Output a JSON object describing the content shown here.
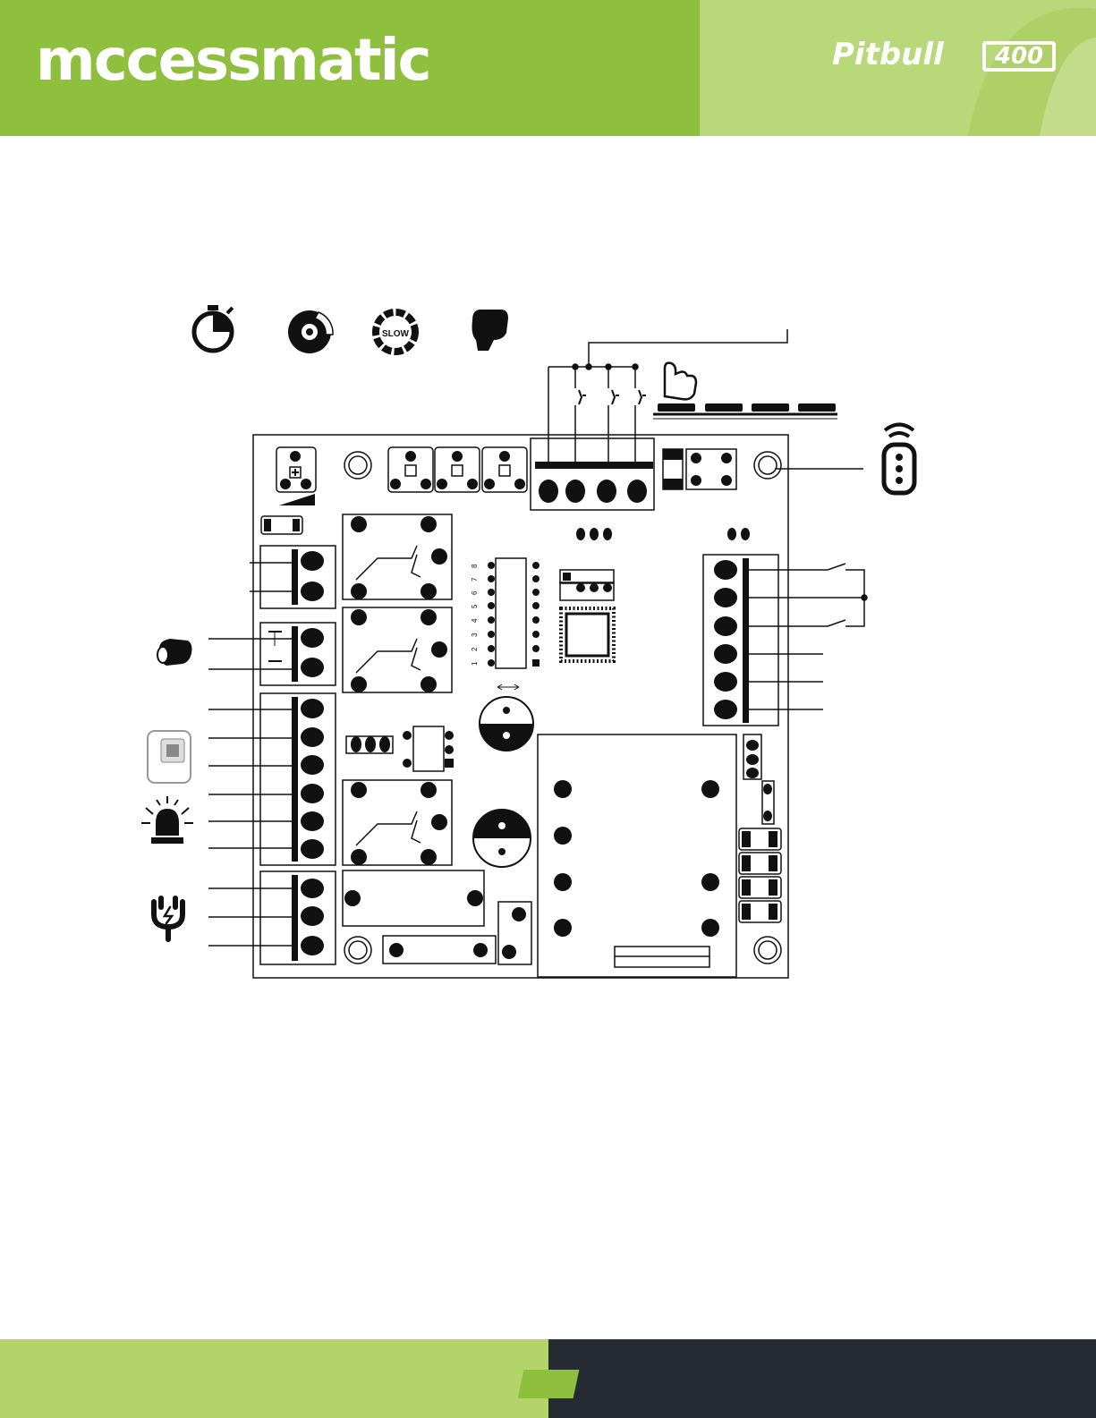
{
  "header": {
    "brand_logo": "mccessmatic",
    "product_name": "Pitbull",
    "model_number": "400",
    "brand_color": "#8ebf3d",
    "accent_color": "#b8d879"
  },
  "icons": [
    "timer-icon",
    "brake-disc-icon",
    "slow-icon",
    "force-fist-icon",
    "push-button-hand-icon",
    "remote-control-icon",
    "battery-icon",
    "photocell-icon",
    "flashing-lamp-icon",
    "power-plug-icon"
  ],
  "labels": {
    "slow_badge": "SLOW"
  },
  "dip_switch": {
    "numbers": [
      "1",
      "2",
      "3",
      "4",
      "5",
      "6",
      "7",
      "8"
    ]
  },
  "footer": {
    "dark_color": "#262a33",
    "light_color": "#b2d46a"
  }
}
